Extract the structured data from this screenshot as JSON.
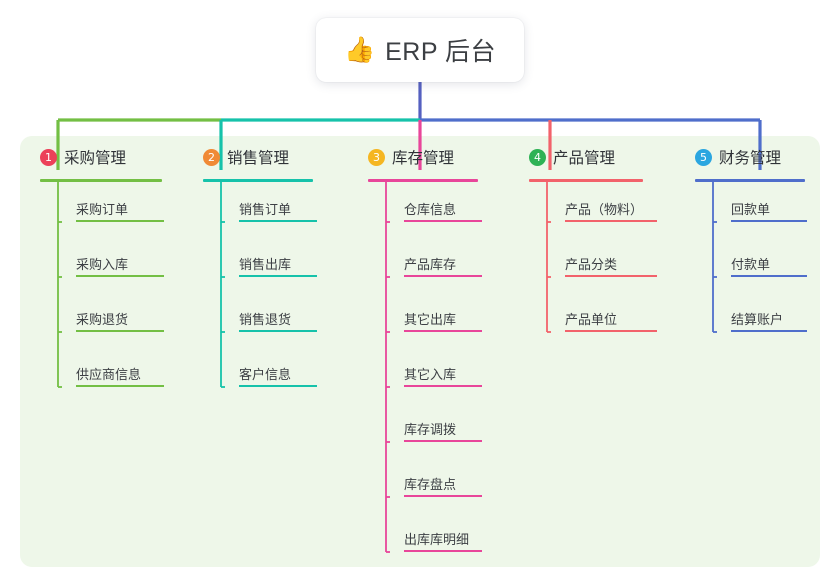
{
  "root": {
    "icon": "thumbs-up-icon",
    "icon_glyph": "👍",
    "title": "ERP 后台"
  },
  "palette": {
    "panel_bg": "#eef7e9",
    "page_bg": "#ffffff",
    "stem": "#5560c0",
    "branch_1": "#73bf44",
    "branch_2": "#16c2aa",
    "branch_3": "#e8469a",
    "branch_4": "#f2626b",
    "branch_5": "#4f6ecb",
    "badge_1": "#ec4159",
    "badge_2": "#f08a36",
    "badge_3": "#f5b622",
    "badge_4": "#2eb255",
    "badge_5": "#2ba6e0"
  },
  "columns": [
    {
      "index": "1",
      "badge_color": "#ec4159",
      "line_color": "#73bf44",
      "title": "采购管理",
      "items": [
        {
          "label": "采购订单"
        },
        {
          "label": "采购入库"
        },
        {
          "label": "采购退货"
        },
        {
          "label": "供应商信息"
        }
      ]
    },
    {
      "index": "2",
      "badge_color": "#f08a36",
      "line_color": "#16c2aa",
      "title": "销售管理",
      "items": [
        {
          "label": "销售订单"
        },
        {
          "label": "销售出库"
        },
        {
          "label": "销售退货"
        },
        {
          "label": "客户信息"
        }
      ]
    },
    {
      "index": "3",
      "badge_color": "#f5b622",
      "line_color": "#e8469a",
      "title": "库存管理",
      "items": [
        {
          "label": "仓库信息"
        },
        {
          "label": "产品库存"
        },
        {
          "label": "其它出库"
        },
        {
          "label": "其它入库"
        },
        {
          "label": "库存调拨"
        },
        {
          "label": "库存盘点"
        },
        {
          "label": "出库库明细"
        }
      ]
    },
    {
      "index": "4",
      "badge_color": "#2eb255",
      "line_color": "#f2626b",
      "title": "产品管理",
      "items": [
        {
          "label": "产品（物料）"
        },
        {
          "label": "产品分类"
        },
        {
          "label": "产品单位"
        }
      ]
    },
    {
      "index": "5",
      "badge_color": "#2ba6e0",
      "line_color": "#4f6ecb",
      "title": "财务管理",
      "items": [
        {
          "label": "回款单"
        },
        {
          "label": "付款单"
        },
        {
          "label": "结算账户"
        }
      ]
    }
  ]
}
